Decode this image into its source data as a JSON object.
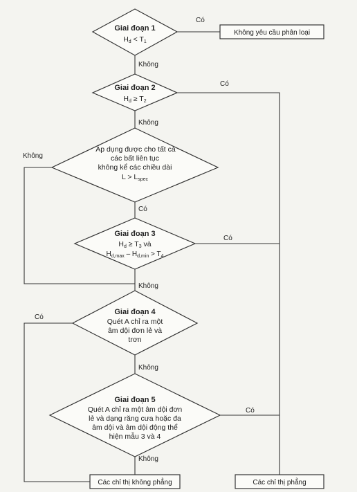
{
  "stage1": {
    "title": "Giai đoạn 1",
    "cond_main": "H",
    "cond_sub": "d",
    "cond_op": " < T",
    "cond_t": "1"
  },
  "stage2": {
    "title": "Giai đoạn 2",
    "cond_main": "H",
    "cond_sub": "d",
    "cond_op": " ≥ T",
    "cond_t": "2"
  },
  "apply": {
    "line1": "Áp dụng được cho tất cả",
    "line2": "các bất liên tục",
    "line3": "không kể các chiều dài",
    "line4": "L > L",
    "line4_sub": "spec"
  },
  "stage3": {
    "title": "Giai đoạn 3",
    "cond1": "H",
    "cond1_sub": "d",
    "cond1_op": " ≥ T",
    "cond1_t": "3",
    "cond1_tail": " và",
    "cond2_a": "H",
    "cond2_a_sub": "d,max",
    "cond2_mid": " – H",
    "cond2_b_sub": "d,min",
    "cond2_op": " > T",
    "cond2_t": "4"
  },
  "stage4": {
    "title": "Giai đoạn 4",
    "line1": "Quét A chỉ ra một",
    "line2": "âm dội đơn lẻ và",
    "line3": "trơn"
  },
  "stage5": {
    "title": "Giai đoạn 5",
    "line1": "Quét A chỉ ra một âm dội đơn",
    "line2": "lẻ và dạng răng cưa hoặc đa",
    "line3": "âm dội và âm dội động thể",
    "line4": "hiện mẫu 3 và 4"
  },
  "boxes": {
    "no_classify": "Không yêu cầu phân loại",
    "not_planar": "Các chỉ thị không phẳng",
    "planar": "Các chỉ thị phẳng"
  },
  "labels": {
    "co1": "Có",
    "khong1": "Không",
    "co2": "Có",
    "khong2": "Không",
    "khong_left": "Không",
    "co3": "Có",
    "co4": "Có",
    "khong3": "Không",
    "co5": "Có",
    "khong4": "Không",
    "co6": "Có",
    "khong5": "Không"
  }
}
